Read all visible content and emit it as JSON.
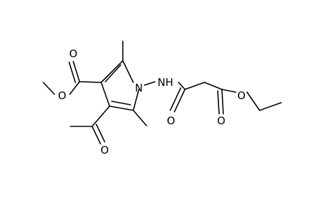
{
  "molecule": {
    "line_color": "#000000",
    "background": "#ffffff",
    "atom_labels": {
      "ring_nitrogen": "N",
      "amide_nh": "NH",
      "ester_oxygen_left": "O",
      "carbonyl_oxygen_left": "O",
      "acetyl_oxygen": "O",
      "amide_oxygen": "O",
      "carbonyl_oxygen_right": "O",
      "ester_oxygen_right": "O"
    }
  }
}
